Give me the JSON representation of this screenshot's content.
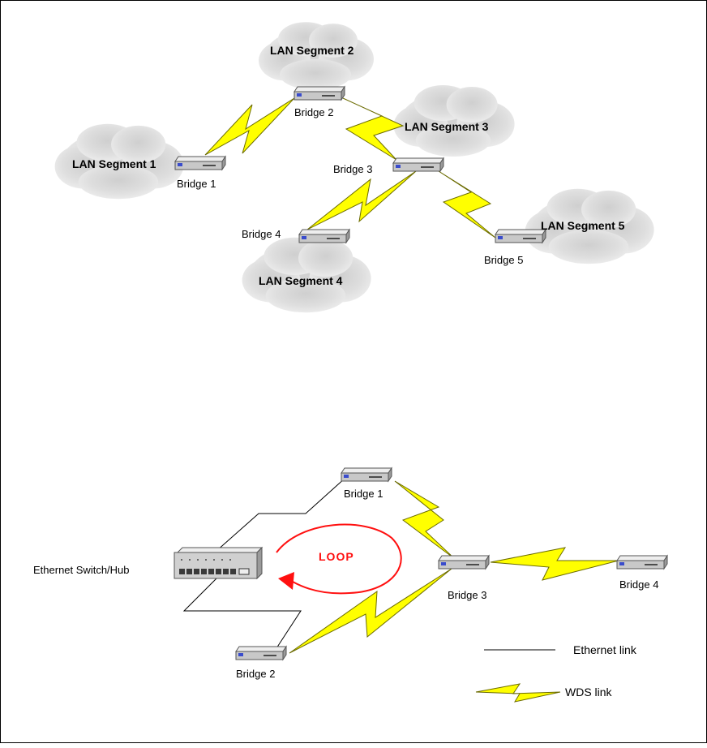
{
  "top_diagram": {
    "segments": {
      "seg1": "LAN Segment 1",
      "seg2": "LAN Segment 2",
      "seg3": "LAN Segment 3",
      "seg4": "LAN Segment 4",
      "seg5": "LAN Segment 5"
    },
    "bridges": {
      "b1": "Bridge 1",
      "b2": "Bridge 2",
      "b3": "Bridge 3",
      "b4": "Bridge 4",
      "b5": "Bridge 5"
    }
  },
  "bottom_diagram": {
    "switch_label": "Ethernet Switch/Hub",
    "loop_label": "LOOP",
    "bridges": {
      "b1": "Bridge 1",
      "b2": "Bridge 2",
      "b3": "Bridge 3",
      "b4": "Bridge 4"
    },
    "legend": {
      "ethernet": "Ethernet link",
      "wds": "WDS link"
    }
  },
  "colors": {
    "wds_fill": "#ffff00",
    "loop": "#ff1010",
    "cloud": "#d9d9d9",
    "device": "#c8c8c8"
  }
}
